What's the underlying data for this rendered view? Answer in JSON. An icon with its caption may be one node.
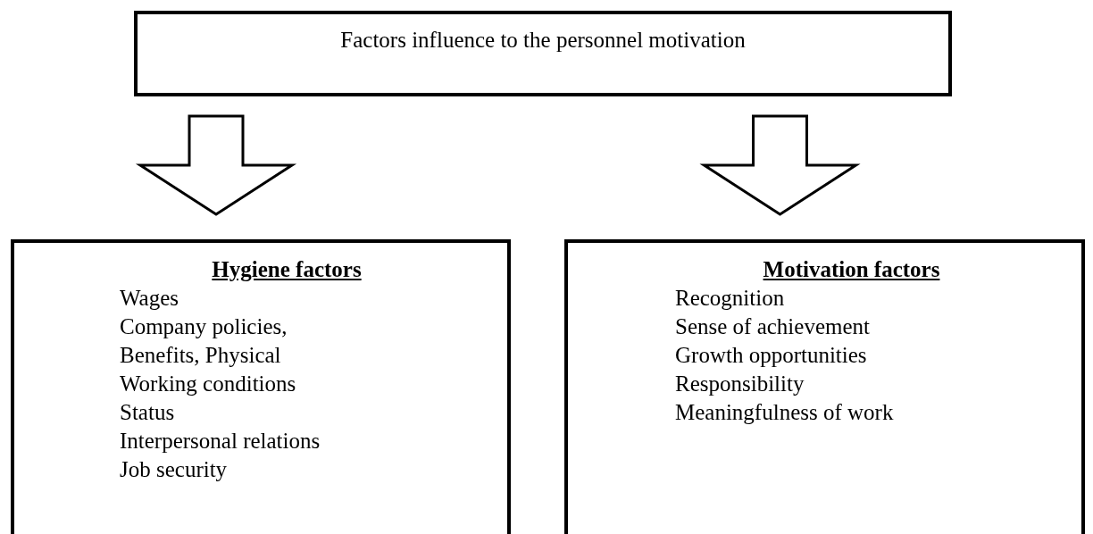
{
  "diagram": {
    "nodes": [
      {
        "text": [
          "Factors influence to the personnel motivation"
        ]
      },
      {
        "text": [
          "Hygiene factors",
          "Wages",
          "Company policies,",
          "Benefits, Physical",
          "Working conditions",
          "Status",
          "Interpersonal relations",
          "Job security"
        ]
      },
      {
        "text": [
          "Motivation factors",
          "Recognition",
          "Sense of achievement",
          "Growth opportunities",
          "Responsibility",
          "Meaningfulness of work"
        ]
      }
    ],
    "edges": [
      {
        "from": 0,
        "to": 1,
        "arrow": "to"
      },
      {
        "from": 0,
        "to": 2,
        "arrow": "to"
      }
    ]
  }
}
